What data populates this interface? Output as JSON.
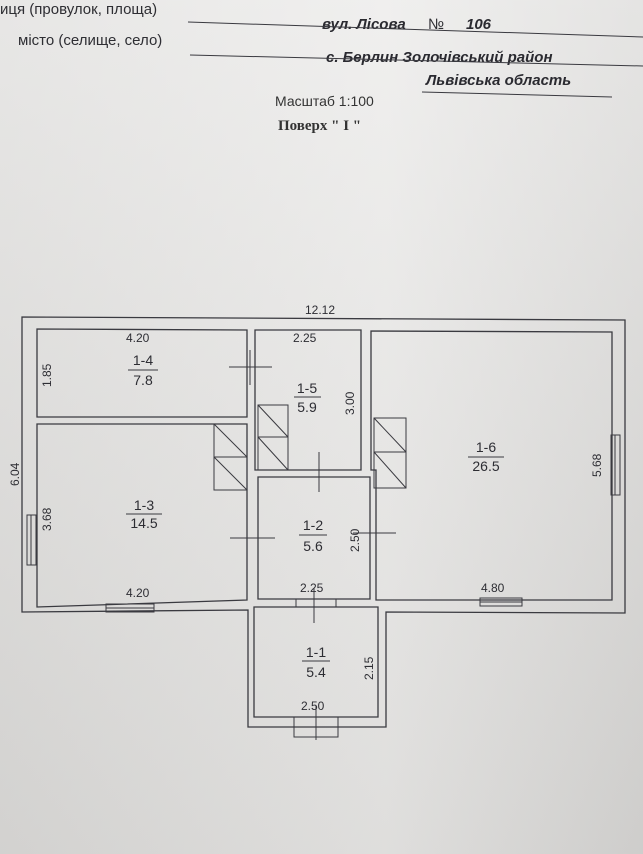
{
  "header": {
    "street_label": "иця (провулок, площа)",
    "street_value": "вул. Лісова",
    "number_sign": "№",
    "number_value": "106",
    "city_label": "місто (селище, село)",
    "city_value": "с. Берлин  Золочівський район",
    "region_value": "Львівська область"
  },
  "scale": "Масштаб 1:100",
  "floor": "Поверх \" І \"",
  "dimensions": {
    "total_width": "12.12",
    "total_height": "6.04",
    "r14_width": "4.20",
    "r14_height": "1.85",
    "r15_width": "2.25",
    "r15_height": "3.00",
    "r13_height": "3.68",
    "r13_width_bottom": "4.20",
    "r12_height": "2.50",
    "r12_width": "2.25",
    "r11_height": "2.15",
    "r11_width": "2.50",
    "r16_height": "5.68",
    "r16_width": "4.80"
  },
  "rooms": [
    {
      "id": "1-4",
      "area": "7.8"
    },
    {
      "id": "1-5",
      "area": "5.9"
    },
    {
      "id": "1-3",
      "area": "14.5"
    },
    {
      "id": "1-2",
      "area": "5.6"
    },
    {
      "id": "1-6",
      "area": "26.5"
    },
    {
      "id": "1-1",
      "area": "5.4"
    }
  ]
}
